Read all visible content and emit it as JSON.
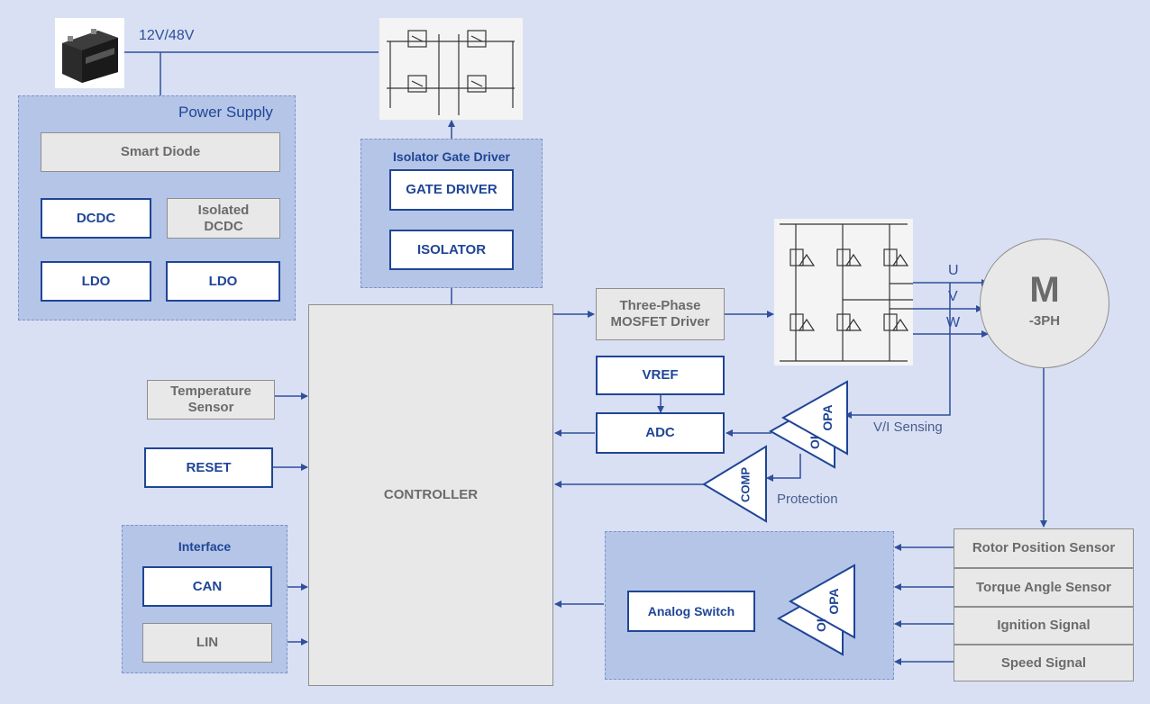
{
  "supply_label": "12V/48V",
  "power_supply": {
    "title": "Power Supply",
    "smart_diode": "Smart Diode",
    "dcdc": "DCDC",
    "isolated_dcdc": "Isolated\nDCDC",
    "ldo_1": "LDO",
    "ldo_2": "LDO"
  },
  "isolator_gate_driver": {
    "title": "Isolator Gate Driver",
    "gate_driver": "GATE DRIVER",
    "isolator": "ISOLATOR"
  },
  "controller": "CONTROLLER",
  "mosfet_driver": "Three-Phase\nMOSFET Driver",
  "vref": "VREF",
  "adc": "ADC",
  "opa_1": "OPA",
  "opa_2": "OPA",
  "comp": "COMP",
  "temperature_sensor": "Temperature\nSensor",
  "reset": "RESET",
  "interface": {
    "title": "Interface",
    "can": "CAN",
    "lin": "LIN"
  },
  "analog_switch": "Analog Switch",
  "motor": {
    "letter": "M",
    "sub": "-3PH"
  },
  "phases": [
    "U",
    "V",
    "W"
  ],
  "vi_sensing": "V/I Sensing",
  "protection": "Protection",
  "sensors": [
    "Rotor Position Sensor",
    "Torque Angle Sensor",
    "Ignition Signal",
    "Speed Signal"
  ],
  "colors": {
    "background": "#d9e0f3",
    "group_fill": "#b4c5e7",
    "accent": "#1f4596",
    "gray_box": "#e8e8e8"
  }
}
